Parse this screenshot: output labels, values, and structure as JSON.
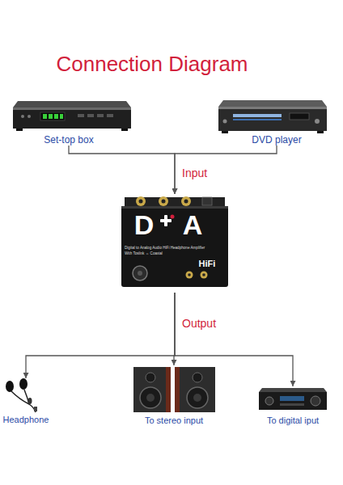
{
  "diagram": {
    "title": "Connection Diagram",
    "nodes": [
      {
        "text": [
          "Set-top box"
        ]
      },
      {
        "text": [
          "DVD player"
        ]
      },
      {
        "text": [
          "D",
          "A",
          "Digital to Analog Audio HiFi Headphone Amplifier",
          "With Toslink ⇔ Coaxial",
          "HiFi"
        ]
      },
      {
        "text": [
          "Headphone"
        ]
      },
      {
        "text": [
          "To stereo input"
        ]
      },
      {
        "text": [
          "To digital iput"
        ]
      }
    ],
    "edges": [
      {
        "from": 0,
        "to": 2,
        "arrow": "to",
        "label": "Input"
      },
      {
        "from": 1,
        "to": 2,
        "arrow": "to"
      },
      {
        "from": 2,
        "to": 3,
        "arrow": "to",
        "label": "Output"
      },
      {
        "from": 2,
        "to": 4,
        "arrow": "to"
      },
      {
        "from": 2,
        "to": 5,
        "arrow": "to"
      }
    ]
  }
}
